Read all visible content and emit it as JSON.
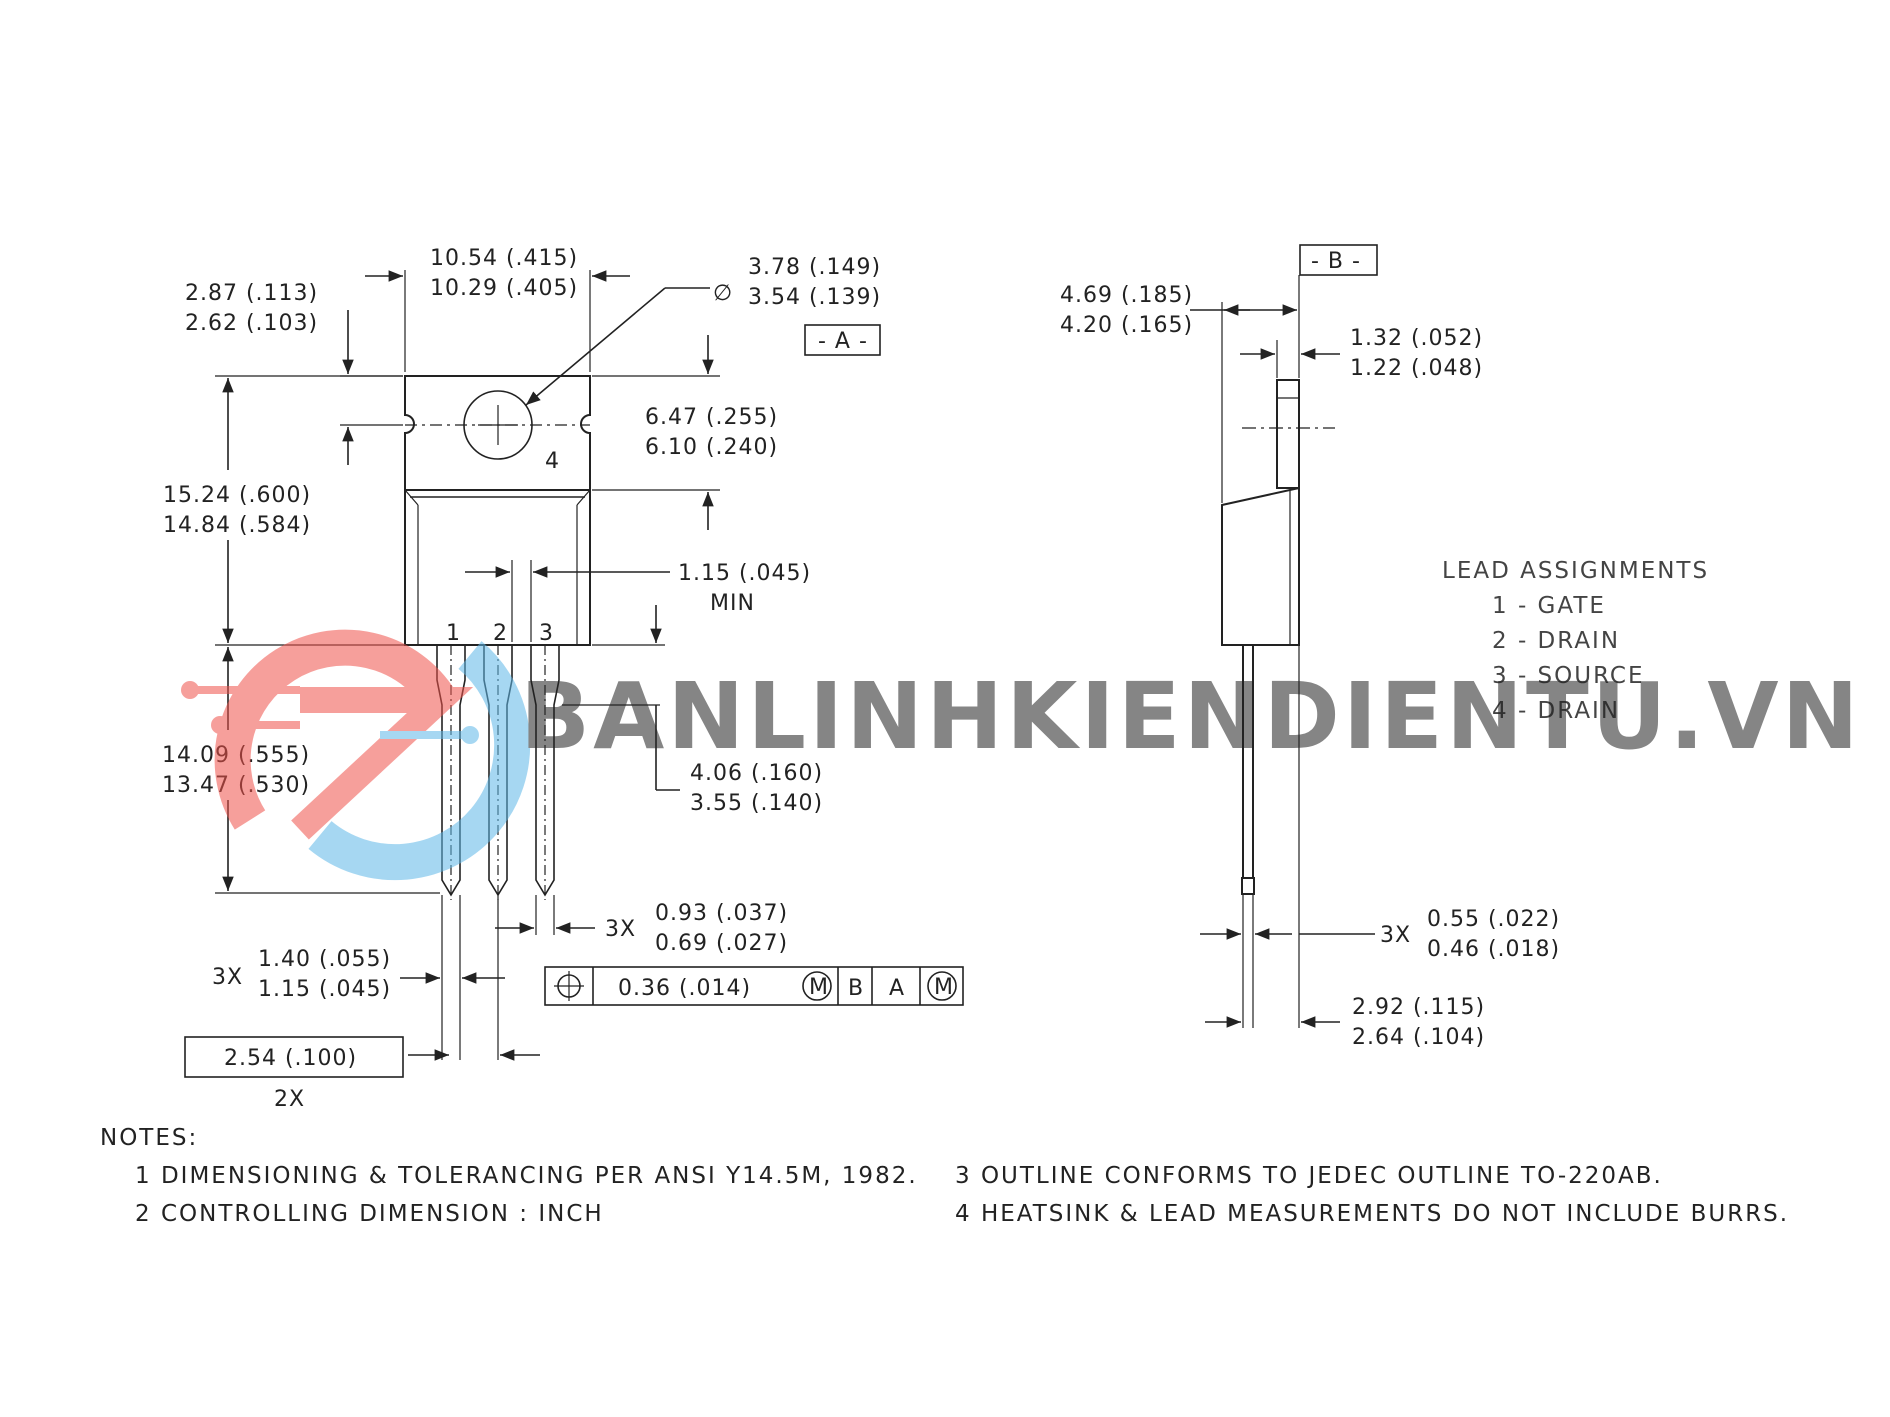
{
  "front_view": {
    "dims": {
      "width": [
        "10.54 (.415)",
        "10.29 (.405)"
      ],
      "hole_dia": [
        "3.78 (.149)",
        "3.54 (.139)"
      ],
      "tab_top": [
        "2.87 (.113)",
        "2.62 (.103)"
      ],
      "tab_height": [
        "6.47 (.255)",
        "6.10 (.240)"
      ],
      "body_height": [
        "15.24 (.600)",
        "14.84 (.584)"
      ],
      "lead_min": [
        "1.15 (.045)",
        "MIN"
      ],
      "lead_length": [
        "14.09 (.555)",
        "13.47 (.530)"
      ],
      "lead_shoulder": [
        "4.06 (.160)",
        "3.55 (.140)"
      ],
      "lead_thick": [
        "0.93 (.037)",
        "0.69 (.027)"
      ],
      "lead_width": [
        "1.40 (.055)",
        "1.15 (.045)"
      ]
    },
    "datum_a": "- A -",
    "pin_labels": [
      "1",
      "2",
      "3"
    ],
    "tab_pin": "4",
    "dia_symbol": "∅",
    "qty_3x": "3X",
    "qty_2x": "2X",
    "pitch": "2.54 (.100)",
    "tolerance_frame": {
      "symbol": "position-icon",
      "value": "0.36  (.014)",
      "m": "M",
      "datum_b": "B",
      "datum_a": "A"
    }
  },
  "side_view": {
    "datum_b": "- B -",
    "dims": {
      "depth": [
        "4.69 (.185)",
        "4.20 (.165)"
      ],
      "tab_thick": [
        "1.32 (.052)",
        "1.22 (.048)"
      ],
      "lead_thick": [
        "0.55 (.022)",
        "0.46 (.018)"
      ],
      "lead_offset": [
        "2.92 (.115)",
        "2.64 (.104)"
      ]
    },
    "qty_3x": "3X"
  },
  "lead_assignments": {
    "title": "LEAD ASSIGNMENTS",
    "items": [
      "1 - GATE",
      "2 - DRAIN",
      "3 - SOURCE",
      "4 - DRAIN"
    ]
  },
  "notes": {
    "title": "NOTES:",
    "items": [
      "1  DIMENSIONING & TOLERANCING PER ANSI Y14.5M, 1982.",
      "2  CONTROLLING DIMENSION : INCH",
      "3  OUTLINE CONFORMS TO JEDEC OUTLINE TO-220AB.",
      "4  HEATSINK & LEAD MEASUREMENTS DO NOT INCLUDE BURRS."
    ]
  },
  "watermark": {
    "text": "BANLINHKIENDIENTU.VN",
    "color": "#1e8fd8",
    "logo_color": "#f0524a"
  }
}
